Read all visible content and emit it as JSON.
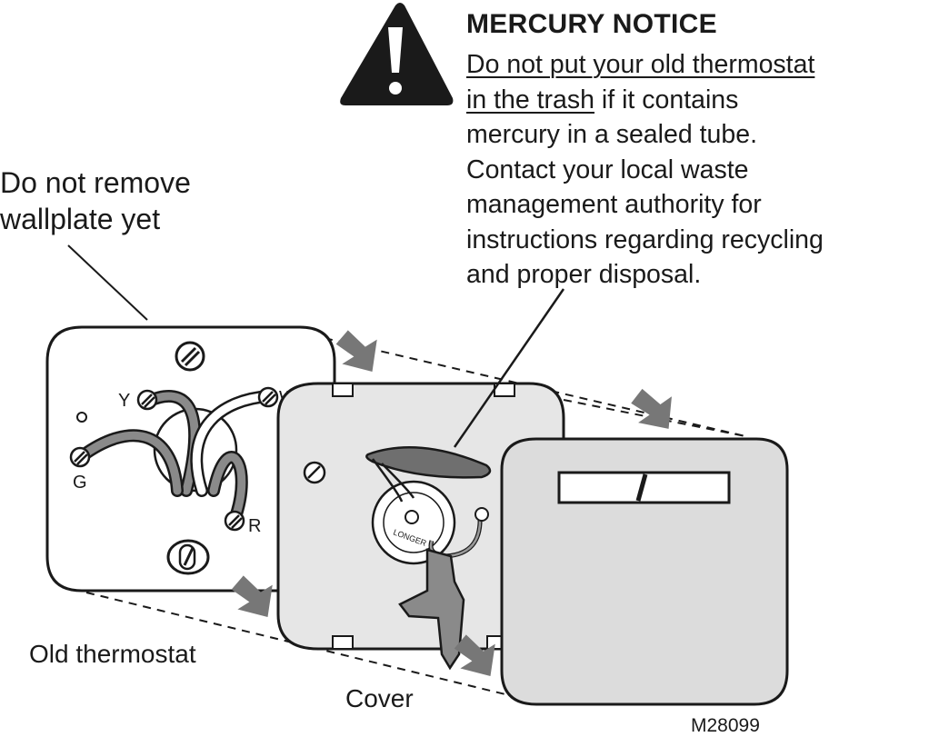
{
  "notice": {
    "title": "MERCURY NOTICE",
    "line1_underlined": "Do not put your old thermostat",
    "line2_underlined": "in the trash",
    "line2_rest": " if it contains",
    "line3": "mercury in a sealed tube.",
    "line4": "Contact your local waste",
    "line5": "management authority for",
    "line6": "instructions regarding recycling",
    "line7": "and proper disposal."
  },
  "callouts": {
    "wallplate_line1": "Do not remove",
    "wallplate_line2": "wallplate yet",
    "old_thermostat": "Old thermostat",
    "cover": "Cover"
  },
  "terminals": {
    "y": "Y",
    "w": "W",
    "g": "G",
    "r": "R"
  },
  "dial_text": "LONGER",
  "figure_code": "M28099",
  "icons": [
    "warning-triangle-icon",
    "arrow-icon",
    "screw-icon"
  ]
}
